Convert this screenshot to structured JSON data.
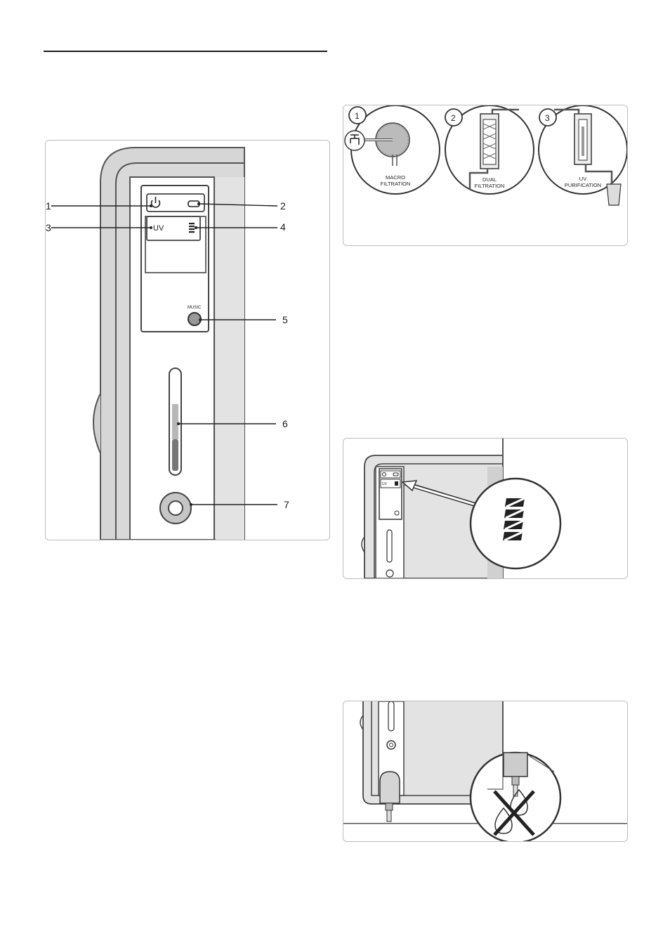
{
  "overview": {
    "callouts": [
      "1",
      "2",
      "3",
      "4",
      "5",
      "6",
      "7"
    ],
    "display_uv": "UV",
    "music_label": "MUSIC"
  },
  "filtration": {
    "steps": [
      {
        "number": "1",
        "line1": "MACRO",
        "line2": "FILTRATION"
      },
      {
        "number": "2",
        "line1": "DUAL",
        "line2": "FILTRATION"
      },
      {
        "number": "3",
        "line1": "UV",
        "line2": "PURIFICATION"
      }
    ]
  },
  "indicator": {
    "display_uv": "UV"
  }
}
